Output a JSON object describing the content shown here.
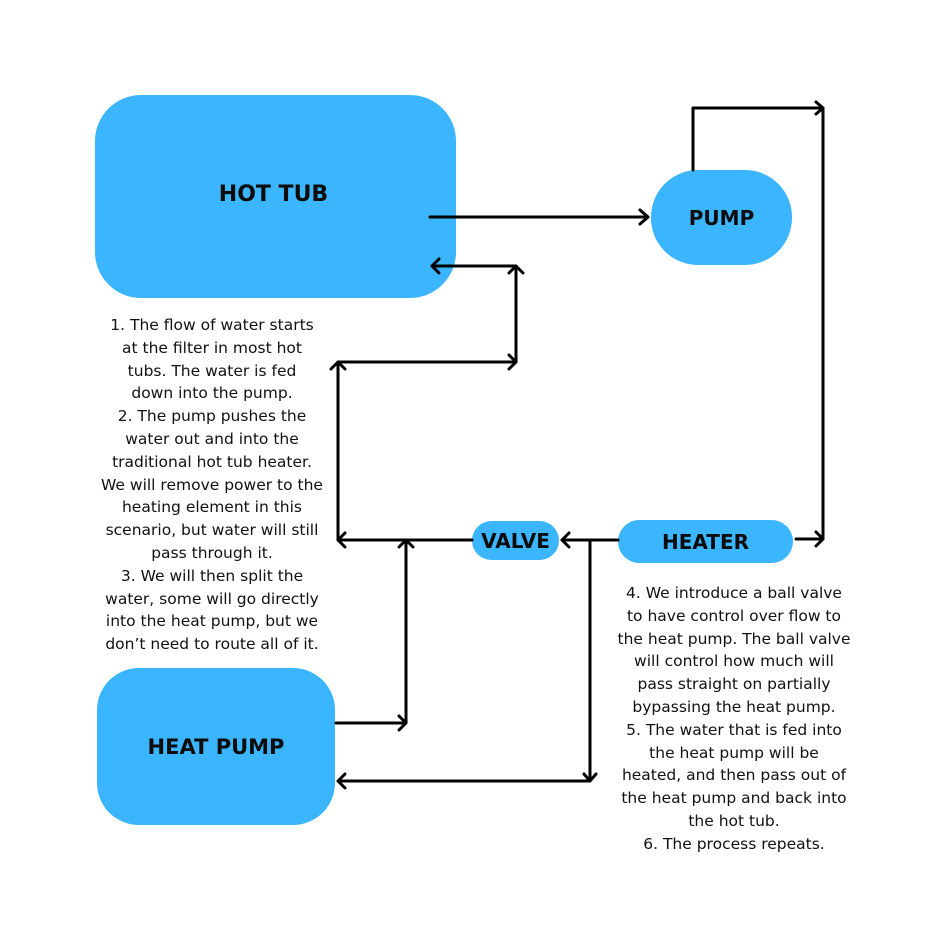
{
  "nodes": {
    "hot_tub": "HOT TUB",
    "pump": "PUMP",
    "heater": "HEATER",
    "valve": "VALVE",
    "heat_pump": "HEAT PUMP"
  },
  "notes_left": [
    "1.   The flow of water starts",
    "at the filter in most hot",
    "tubs. The water is fed",
    "down into the pump.",
    "2. The pump pushes the",
    "water out and into the",
    "traditional hot tub heater.",
    "We will remove power to the",
    "heating element in this",
    "scenario, but water will still",
    "pass through it.",
    "3. We will then split the",
    "water, some will go directly",
    "into the heat pump, but we",
    "don’t need to route all of it."
  ],
  "notes_right": [
    "4. We introduce a ball valve",
    "to have control over flow to",
    "the heat pump. The ball valve",
    "will control how much will",
    "pass straight on partially",
    "bypassing the heat pump.",
    "5. The water that is fed into",
    "the heat pump will be",
    "heated, and then pass out of",
    "the heat pump and back into",
    "the hot tub.",
    "6. The process repeats."
  ],
  "colors": {
    "node_fill": "#3bb5fd",
    "arrow": "#000000",
    "text": "#111111"
  }
}
